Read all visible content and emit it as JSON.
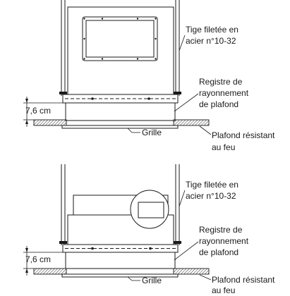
{
  "diagrams": [
    {
      "rod_label": [
        "Tige filetée en",
        "acier n°10-32"
      ],
      "damper_label": [
        "Registre de",
        "rayonnement",
        "de plafond"
      ],
      "dimension": "7,6 cm",
      "grille_label": "Grille",
      "ceiling_label": [
        "Plafond résistant",
        "au feu"
      ]
    },
    {
      "rod_label": [
        "Tige filetée en",
        "acier n°10-32"
      ],
      "damper_label": [
        "Registre de",
        "rayonnement",
        "de plafond"
      ],
      "dimension": "7,6 cm",
      "grille_label": "Grille",
      "ceiling_label": [
        "Plafond résistant",
        "au feu"
      ]
    }
  ]
}
